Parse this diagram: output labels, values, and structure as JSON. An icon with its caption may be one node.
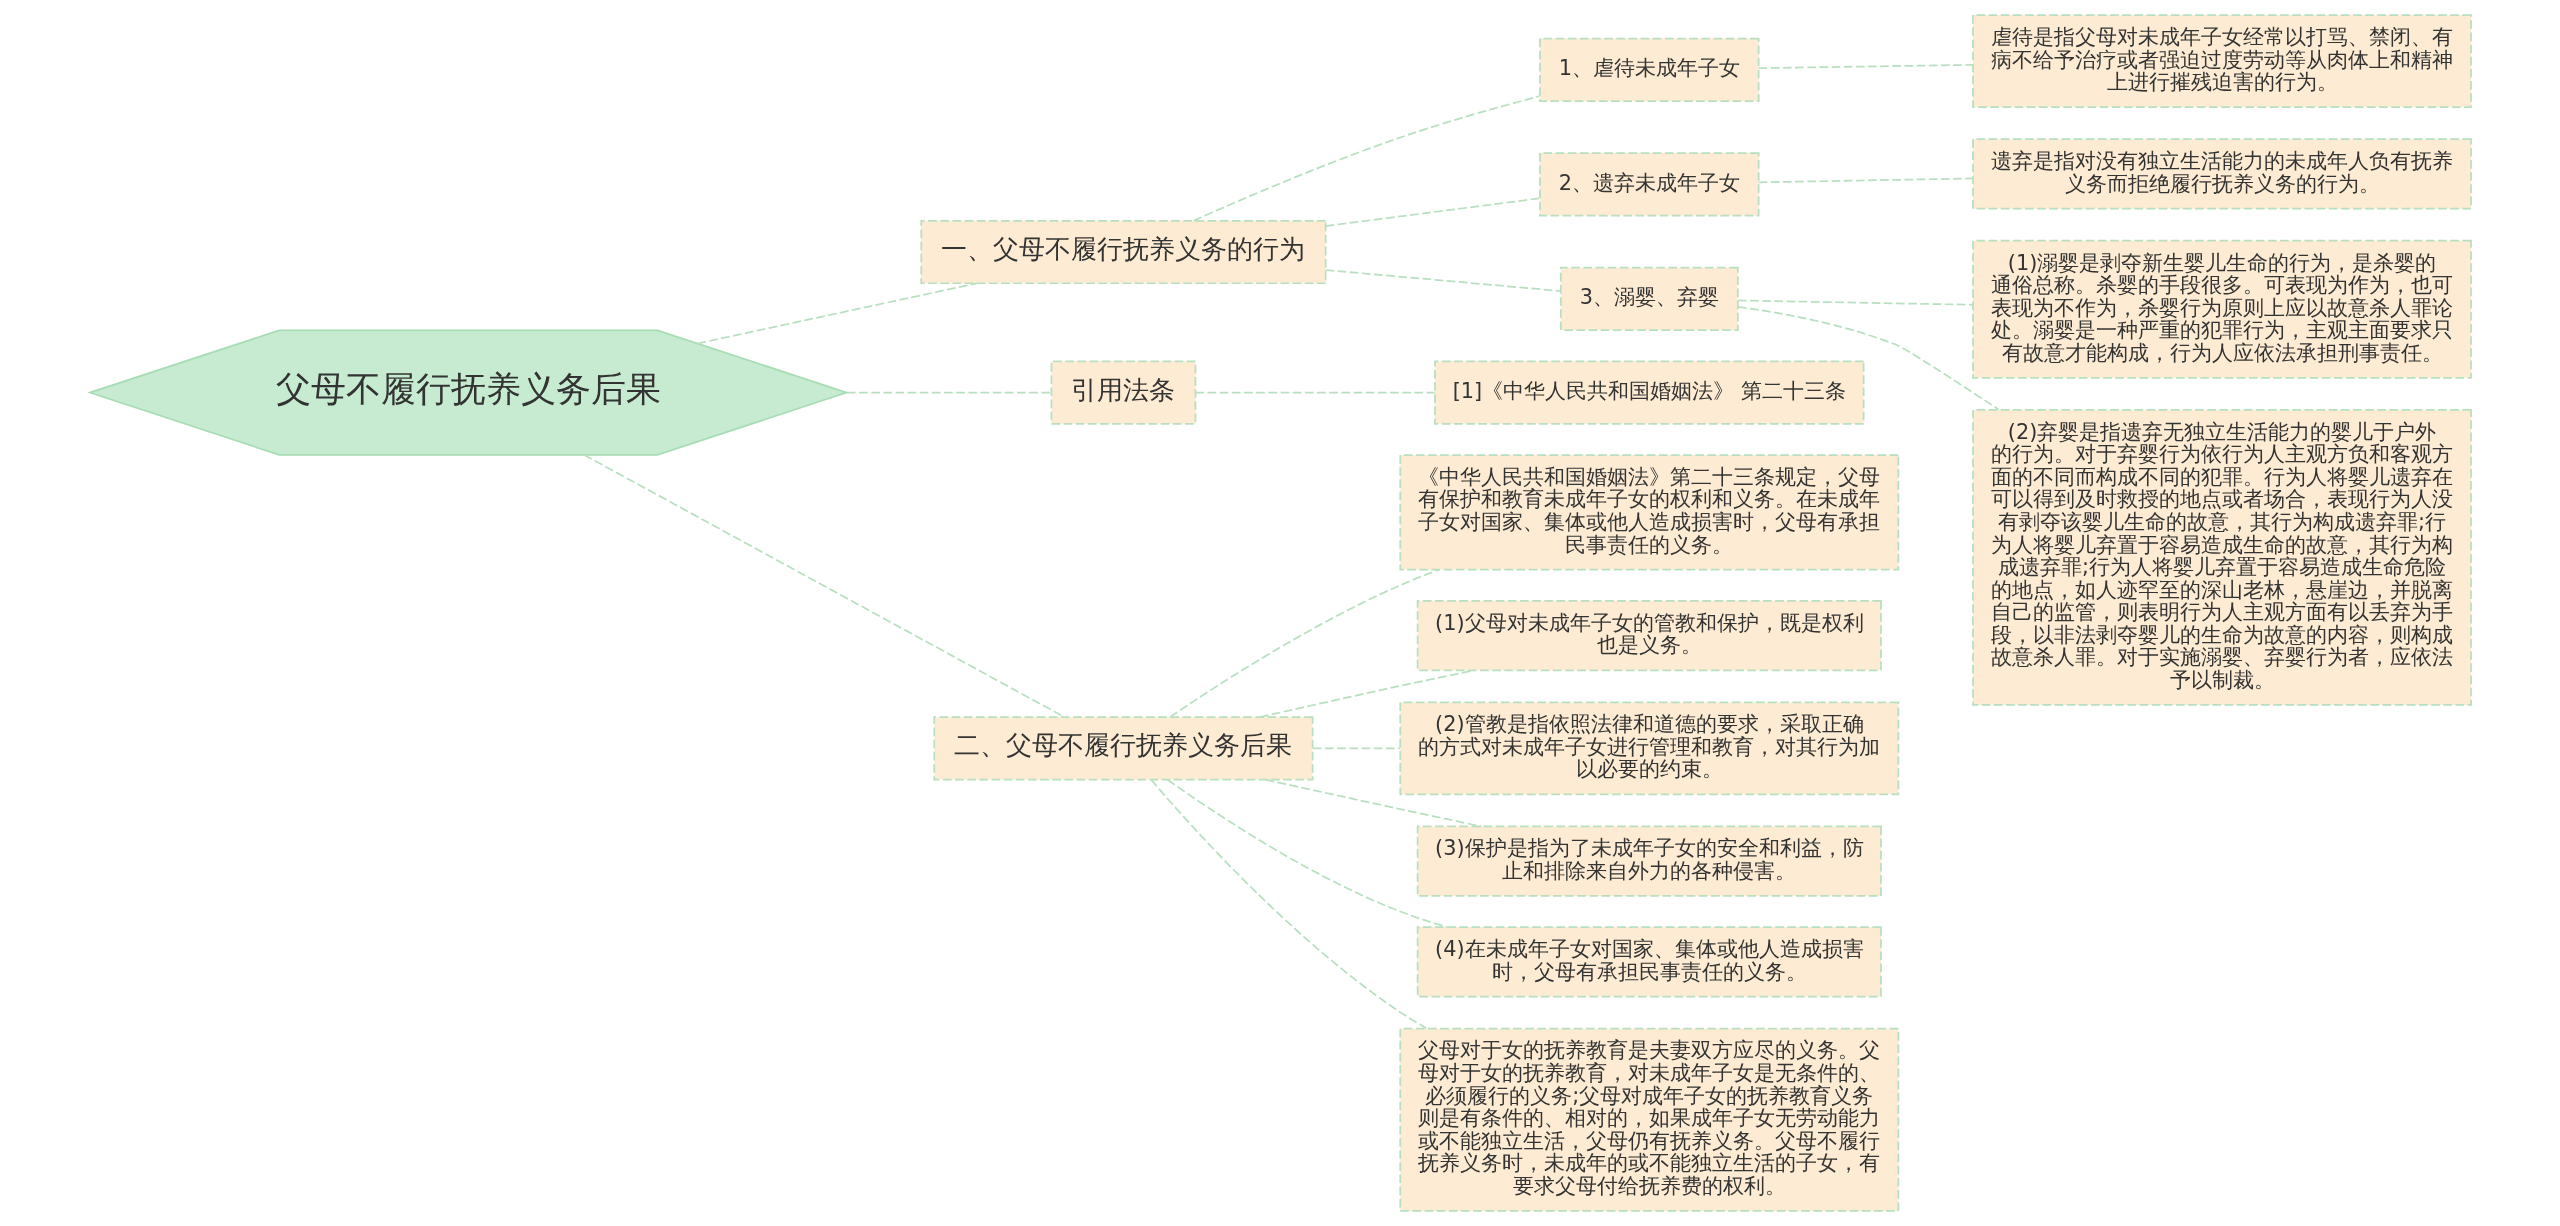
{
  "diagram": {
    "nodes": [
      {
        "text": [
          "父母不履行抚养义务后果"
        ]
      },
      {
        "text": [
          "一、父母不履行抚养义务的行为"
        ]
      },
      {
        "text": [
          "1、虐待未成年子女"
        ]
      },
      {
        "text": [
          "虐待是指父母对未成年子女经常以打骂、禁闭、有病不给予治疗或者强迫过度劳动等从肉体上和精神上进行摧残迫害的行为。"
        ]
      },
      {
        "text": [
          "2、遗弃未成年子女"
        ]
      },
      {
        "text": [
          "遗弃是指对没有独立生活能力的未成年人负有抚养义务而拒绝履行抚养义务的行为。"
        ]
      },
      {
        "text": [
          "3、溺婴、弃婴"
        ]
      },
      {
        "text": [
          "(1)溺婴是剥夺新生婴儿生命的行为，是杀婴的通俗总称。杀婴的手段很多。可表现为作为，也可表现为不作为，杀婴行为原则上应以故意杀人罪论处。溺婴是一种严重的犯罪行为，主观主面要求只有故意才能构成，行为人应依法承担刑事责任。"
        ]
      },
      {
        "text": [
          "(2)弃婴是指遗弃无独立生活能力的婴儿于户外的行为。对于弃婴行为依行为人主观方负和客观方面的不同而构成不同的犯罪。行为人将婴儿遗弃在可以得到及时救授的地点或者场合，表现行为人没有剥夺该婴儿生命的故意，其行为构成遗弃罪;行为人将婴儿弃置于容易造成生命的故意，其行为构成遗弃罪;行为人将婴儿弃置于容易造成生命危险的地点，如人迹罕至的深山老林，悬崖边，并脱离自己的监管，则表明行为人主观方面有以丢弃为手段，以非法剥夺婴儿的生命为故意的内容，则构成故意杀人罪。对于实施溺婴、弃婴行为者，应依法予以制裁。"
        ]
      },
      {
        "text": [
          "引用法条"
        ]
      },
      {
        "text": [
          "[1]《中华人民共和国婚姻法》 第二十三条"
        ]
      },
      {
        "text": [
          "二、父母不履行抚养义务后果"
        ]
      },
      {
        "text": [
          "《中华人民共和国婚姻法》第二十三条规定，父母有保护和教育未成年子女的权利和义务。在未成年子女对国家、集体或他人造成损害时，父母有承担民事责任的义务。"
        ]
      },
      {
        "text": [
          "(1)父母对未成年子女的管教和保护，既是权利也是义务。"
        ]
      },
      {
        "text": [
          "(2)管教是指依照法律和道德的要求，采取正确的方式对未成年子女进行管理和教育，对其行为加以必要的约束。"
        ]
      },
      {
        "text": [
          "(3)保护是指为了未成年子女的安全和利益，防止和排除来自外力的各种侵害。"
        ]
      },
      {
        "text": [
          "(4)在未成年子女对国家、集体或他人造成损害时，父母有承担民事责任的义务。"
        ]
      },
      {
        "text": [
          "父母对于女的抚养教育是夫妻双方应尽的义务。父母对于女的抚养教育，对未成年子女是无条件的、必须履行的义务;父母对成年子女的抚养教育义务则是有条件的、相对的，如果成年子女无劳动能力或不能独立生活，父母仍有抚养义务。父母不履行抚养义务时，未成年的或不能独立生活的子女，有要求父母付给抚养费的权利。"
        ]
      }
    ],
    "edges": [
      {
        "from": 0,
        "to": 1,
        "arrow": "none",
        "style": "dashed"
      },
      {
        "from": 1,
        "to": 2,
        "arrow": "none",
        "style": "dashed"
      },
      {
        "from": 2,
        "to": 3,
        "arrow": "none",
        "style": "dashed"
      },
      {
        "from": 1,
        "to": 4,
        "arrow": "none",
        "style": "dashed"
      },
      {
        "from": 4,
        "to": 5,
        "arrow": "none",
        "style": "dashed"
      },
      {
        "from": 1,
        "to": 6,
        "arrow": "none",
        "style": "dashed"
      },
      {
        "from": 6,
        "to": 7,
        "arrow": "none",
        "style": "dashed"
      },
      {
        "from": 6,
        "to": 8,
        "arrow": "none",
        "style": "dashed"
      },
      {
        "from": 0,
        "to": 9,
        "arrow": "none",
        "style": "dashed"
      },
      {
        "from": 9,
        "to": 10,
        "arrow": "none",
        "style": "dashed"
      },
      {
        "from": 0,
        "to": 11,
        "arrow": "none",
        "style": "dashed"
      },
      {
        "from": 11,
        "to": 12,
        "arrow": "none",
        "style": "dashed"
      },
      {
        "from": 11,
        "to": 13,
        "arrow": "none",
        "style": "dashed"
      },
      {
        "from": 11,
        "to": 14,
        "arrow": "none",
        "style": "dashed"
      },
      {
        "from": 11,
        "to": 15,
        "arrow": "none",
        "style": "dashed"
      },
      {
        "from": 11,
        "to": 16,
        "arrow": "none",
        "style": "dashed"
      },
      {
        "from": 11,
        "to": 17,
        "arrow": "none",
        "style": "dashed"
      }
    ]
  }
}
